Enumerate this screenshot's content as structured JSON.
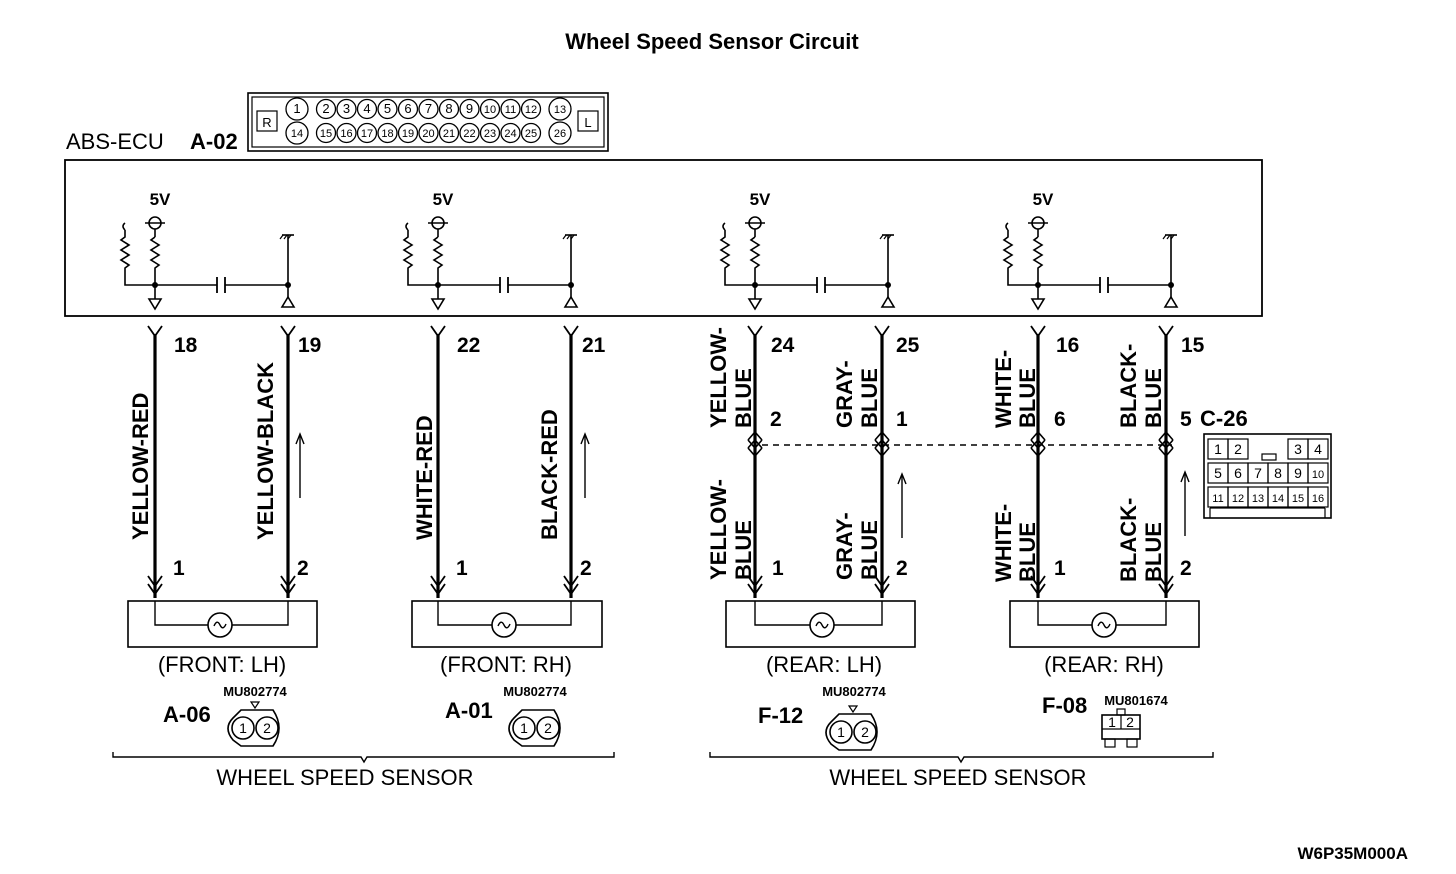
{
  "title": "Wheel Speed Sensor Circuit",
  "ecu": {
    "label": "ABS-ECU",
    "connector": "A-02",
    "side_left": "R",
    "side_right": "L",
    "pins_top": [
      "1",
      "2",
      "3",
      "4",
      "5",
      "6",
      "7",
      "8",
      "9",
      "10",
      "11",
      "12",
      "13"
    ],
    "pins_bottom": [
      "14",
      "15",
      "16",
      "17",
      "18",
      "19",
      "20",
      "21",
      "22",
      "23",
      "24",
      "25",
      "26"
    ],
    "supply_label": "5V"
  },
  "channels": [
    {
      "ecu_pin_a": "18",
      "ecu_pin_b": "19",
      "wire_a": "YELLOW-RED",
      "wire_b": "YELLOW-BLACK",
      "sensor_pin_a": "1",
      "sensor_pin_b": "2",
      "sensor_label": "(FRONT: LH)",
      "connector_code": "A-06",
      "part_number": "MU802774"
    },
    {
      "ecu_pin_a": "22",
      "ecu_pin_b": "21",
      "wire_a": "WHITE-RED",
      "wire_b": "BLACK-RED",
      "sensor_pin_a": "1",
      "sensor_pin_b": "2",
      "sensor_label": "(FRONT: RH)",
      "connector_code": "A-01",
      "part_number": "MU802774"
    },
    {
      "ecu_pin_a": "24",
      "ecu_pin_b": "25",
      "wire_a_top": [
        "YELLOW-",
        "BLUE"
      ],
      "wire_b_top": [
        "GRAY-",
        "BLUE"
      ],
      "wire_a": [
        "YELLOW-",
        "BLUE"
      ],
      "wire_b": [
        "GRAY-",
        "BLUE"
      ],
      "mid_pin_a": "2",
      "mid_pin_b": "1",
      "sensor_pin_a": "1",
      "sensor_pin_b": "2",
      "sensor_label": "(REAR: LH)",
      "connector_code": "F-12",
      "part_number": "MU802774"
    },
    {
      "ecu_pin_a": "16",
      "ecu_pin_b": "15",
      "wire_a_top": [
        "WHITE-",
        "BLUE"
      ],
      "wire_b_top": [
        "BLACK-",
        "BLUE"
      ],
      "wire_a": [
        "WHITE-",
        "BLUE"
      ],
      "wire_b": [
        "BLACK-",
        "BLUE"
      ],
      "mid_pin_a": "6",
      "mid_pin_b": "5",
      "sensor_pin_a": "1",
      "sensor_pin_b": "2",
      "sensor_label": "(REAR: RH)",
      "connector_code": "F-08",
      "part_number": "MU801674"
    }
  ],
  "intermediate_connector": {
    "code": "C-26",
    "grid_row1": [
      "1",
      "2",
      "",
      "3",
      "4"
    ],
    "grid_row2": [
      "5",
      "6",
      "7",
      "8",
      "9",
      "10"
    ],
    "grid_row3": [
      "11",
      "12",
      "13",
      "14",
      "15",
      "16"
    ]
  },
  "sensor_connector_pins": [
    "1",
    "2"
  ],
  "group_label_front": "WHEEL SPEED SENSOR",
  "group_label_rear": "WHEEL SPEED SENSOR",
  "figure_code": "W6P35M000A"
}
